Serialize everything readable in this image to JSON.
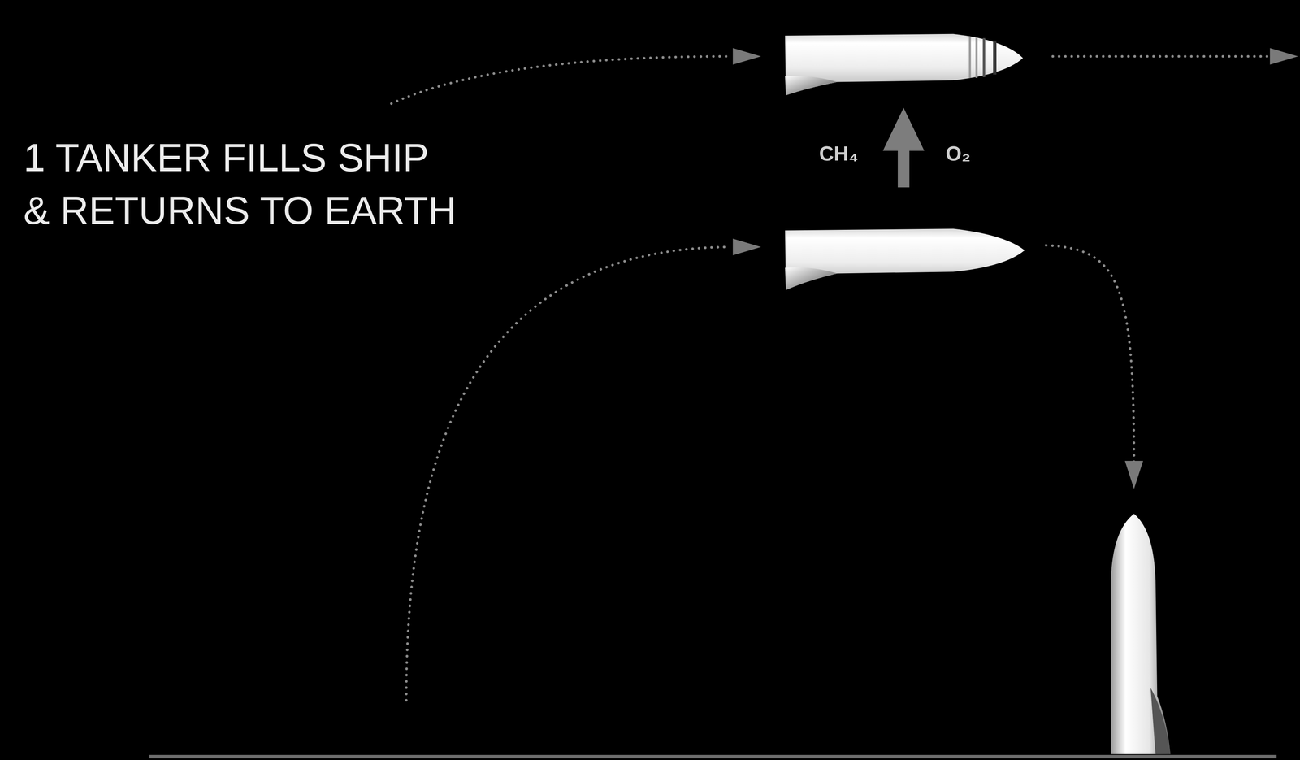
{
  "diagram": {
    "title": "1 TANKER FILLS SHIP & RETURNS TO EARTH",
    "labels": [
      "CH₄",
      "O₂"
    ]
  }
}
